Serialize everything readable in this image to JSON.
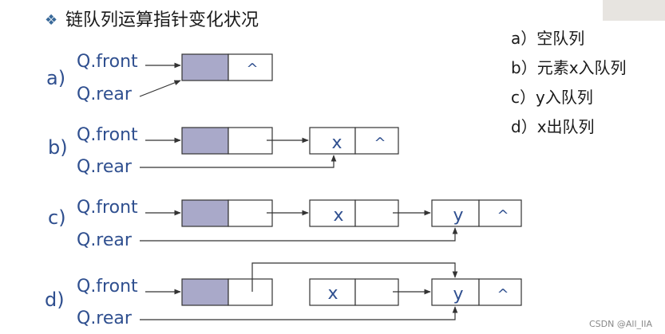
{
  "title": "链队列运算指针变化状况",
  "bullet_symbol": "❖",
  "legend": [
    "a）空队列",
    "b）元素x入队列",
    "c）y入队列",
    "d）x出队列"
  ],
  "cases": [
    {
      "id": "a)",
      "front_label": "Q.front",
      "rear_label": "Q.rear",
      "head_next": "^"
    },
    {
      "id": "b)",
      "front_label": "Q.front",
      "rear_label": "Q.rear",
      "node1": "x",
      "node1_next": "^"
    },
    {
      "id": "c)",
      "front_label": "Q.front",
      "rear_label": "Q.rear",
      "node1": "x",
      "node2": "y",
      "node2_next": "^"
    },
    {
      "id": "d)",
      "front_label": "Q.front",
      "rear_label": "Q.rear",
      "node1": "x",
      "node2": "y",
      "node2_next": "^"
    }
  ],
  "watermark": "CSDN @All_IIA",
  "colors": {
    "text_blue": "#2f4f8f",
    "head_fill": "#a9a9c9"
  }
}
